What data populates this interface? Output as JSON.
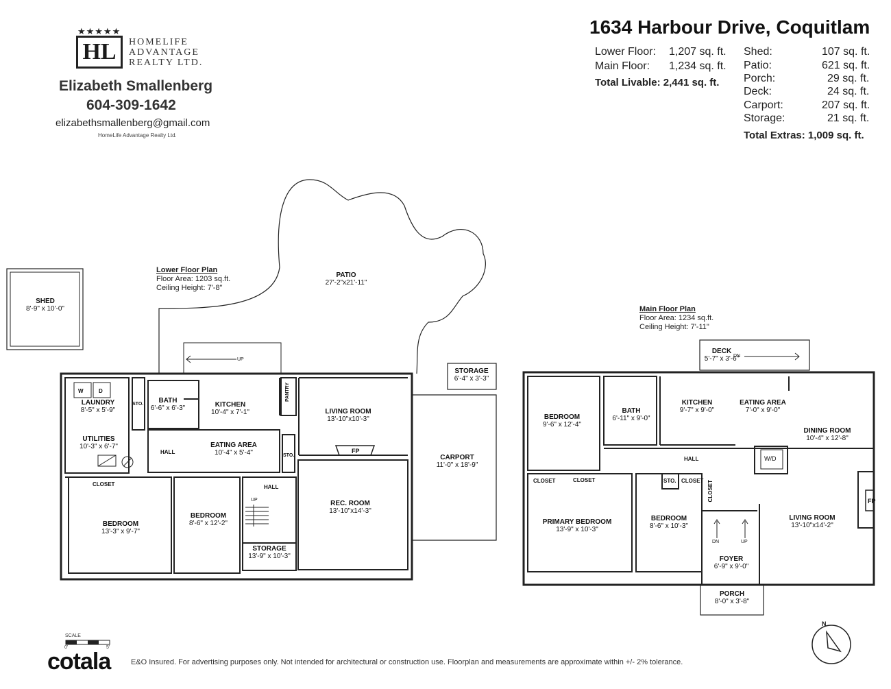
{
  "agent": {
    "logo_initials": "HL",
    "logo_line1": "HOMELIFE",
    "logo_line2": "ADVANTAGE",
    "logo_line3": "REALTY LTD.",
    "name": "Elizabeth Smallenberg",
    "phone": "604-309-1642",
    "email": "elizabethsmallenberg@gmail.com",
    "brokerage": "HomeLife Advantage Realty Ltd."
  },
  "property": {
    "address": "1634 Harbour Drive, Coquitlam",
    "livable": [
      {
        "label": "Lower Floor:",
        "value": "1,207",
        "unit": "sq. ft."
      },
      {
        "label": "Main Floor:",
        "value": "1,234",
        "unit": "sq. ft."
      }
    ],
    "total_livable": {
      "label": "Total Livable:",
      "value": "2,441",
      "unit": "sq. ft."
    },
    "extras": [
      {
        "label": "Shed:",
        "value": "107",
        "unit": "sq. ft."
      },
      {
        "label": "Patio:",
        "value": "621",
        "unit": "sq. ft."
      },
      {
        "label": "Porch:",
        "value": "29",
        "unit": "sq. ft."
      },
      {
        "label": "Deck:",
        "value": "24",
        "unit": "sq. ft."
      },
      {
        "label": "Carport:",
        "value": "207",
        "unit": "sq. ft."
      },
      {
        "label": "Storage:",
        "value": "21",
        "unit": "sq. ft."
      }
    ],
    "total_extras": {
      "label": "Total Extras:",
      "value": "1,009",
      "unit": "sq. ft."
    }
  },
  "lower_plan": {
    "title": "Lower Floor Plan",
    "area": "Floor Area: 1203 sq.ft.",
    "ceiling": "Ceiling Height: 7'-8\"",
    "rooms": [
      {
        "name": "SHED",
        "dim": "8'-9\" x 10'-0\""
      },
      {
        "name": "PATIO",
        "dim": "27'-2\"x21'-11\""
      },
      {
        "name": "STORAGE",
        "dim": "6'-4\" x 3'-3\""
      },
      {
        "name": "LAUNDRY",
        "dim": "8'-5\" x 5'-9\""
      },
      {
        "name": "BATH",
        "dim": "6'-6\" x 6'-3\""
      },
      {
        "name": "KITCHEN",
        "dim": "10'-4\" x 7'-1\""
      },
      {
        "name": "LIVING ROOM",
        "dim": "13'-10\"x10'-3\""
      },
      {
        "name": "UTILITIES",
        "dim": "10'-3\" x 6'-7\""
      },
      {
        "name": "EATING AREA",
        "dim": "10'-4\" x 5'-4\""
      },
      {
        "name": "CARPORT",
        "dim": "11'-0\" x 18'-9\""
      },
      {
        "name": "REC. ROOM",
        "dim": "13'-10\"x14'-3\""
      },
      {
        "name": "BEDROOM",
        "dim": "13'-3\" x 9'-7\""
      },
      {
        "name": "BEDROOM",
        "dim": "8'-6\" x 12'-2\""
      },
      {
        "name": "STORAGE",
        "dim": "13'-9\" x 10'-3\""
      }
    ],
    "tags": {
      "w": "W",
      "d": "D",
      "sto1": "STO.",
      "sto2": "STO.",
      "pantry": "PANTRY",
      "hall1": "HALL",
      "hall2": "HALL",
      "closet": "CLOSET",
      "fp": "FP",
      "up1": "UP",
      "up2": "UP"
    }
  },
  "main_plan": {
    "title": "Main Floor Plan",
    "area": "Floor Area: 1234 sq.ft.",
    "ceiling": "Ceiling Height: 7'-11\"",
    "rooms": [
      {
        "name": "DECK",
        "dim": "5'-7\" x 3'-6\""
      },
      {
        "name": "BEDROOM",
        "dim": "9'-6\" x 12'-4\""
      },
      {
        "name": "BATH",
        "dim": "6'-11\" x 9'-0\""
      },
      {
        "name": "KITCHEN",
        "dim": "9'-7\" x 9'-0\""
      },
      {
        "name": "EATING AREA",
        "dim": "7'-0\" x 9'-0\""
      },
      {
        "name": "DINING ROOM",
        "dim": "10'-4\" x 12'-8\""
      },
      {
        "name": "PRIMARY BEDROOM",
        "dim": "13'-9\" x 10'-3\""
      },
      {
        "name": "BEDROOM",
        "dim": "8'-6\" x 10'-3\""
      },
      {
        "name": "LIVING ROOM",
        "dim": "13'-10\"x14'-2\""
      },
      {
        "name": "FOYER",
        "dim": "6'-9\" x 9'-0\""
      },
      {
        "name": "PORCH",
        "dim": "8'-0\" x 3'-8\""
      }
    ],
    "tags": {
      "dn_deck": "DN",
      "wd": "W/D",
      "hall": "HALL",
      "closet1": "CLOSET",
      "closet2": "CLOSET",
      "closet3": "CLOSET",
      "closet4": "CLOSET",
      "sto": "STO.",
      "fp": "FP",
      "dn": "DN",
      "up": "UP"
    }
  },
  "footer": {
    "brand": "cotala",
    "scale_label": "SCALE",
    "scale_zero": "0'",
    "scale_five": "5'",
    "disclaimer": "E&O Insured. For advertising purposes only. Not intended for architectural or construction use. Floorplan and measurements are approximate within +/- 2% tolerance.",
    "north": "N"
  }
}
